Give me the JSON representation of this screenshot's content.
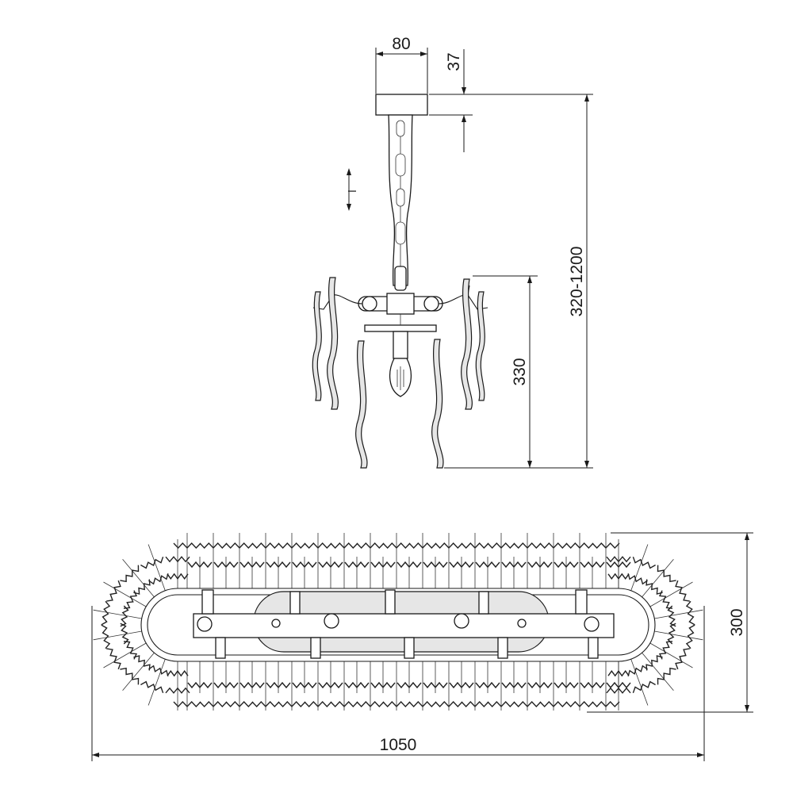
{
  "dimensions": {
    "canopy_width": "80",
    "canopy_height": "37",
    "total_height": "320-1200",
    "body_height": "330",
    "length": "1050",
    "width": "300",
    "adjust_symbol": "l"
  },
  "colors": {
    "line": "#1a1a1a",
    "glass": "#e6e6e6",
    "background": "#ffffff"
  }
}
